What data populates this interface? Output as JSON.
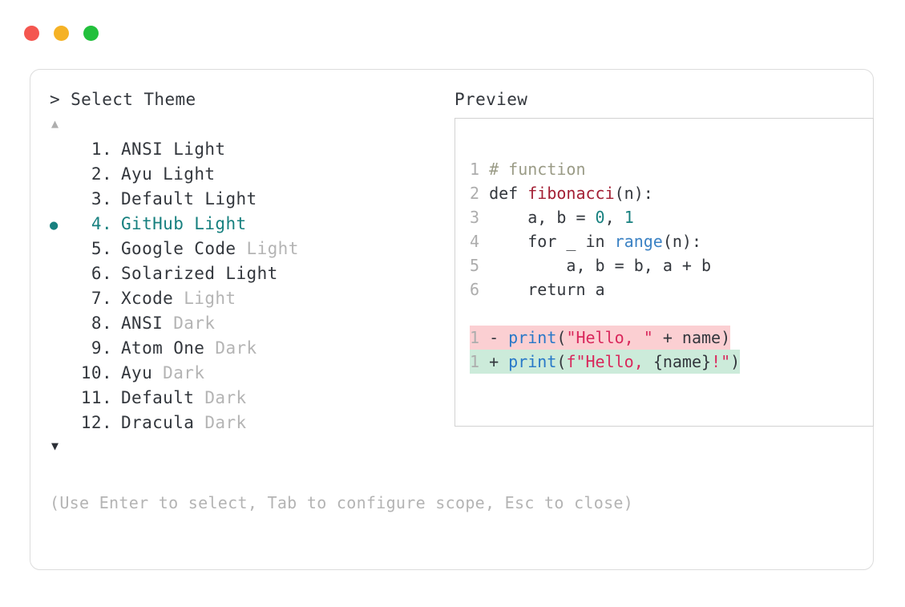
{
  "window": {
    "traffic_lights": [
      {
        "name": "close-button",
        "color": "#f4564f"
      },
      {
        "name": "minimize-button",
        "color": "#f5b225"
      },
      {
        "name": "maximize-button",
        "color": "#22c03c"
      }
    ]
  },
  "prompt": {
    "title": "> Select Theme",
    "scroll_up": "▲",
    "scroll_down": "▼",
    "selected_bullet": "●",
    "accent_color": "#17807f"
  },
  "themes": [
    {
      "index": " 1.",
      "name": "ANSI",
      "variant": " Light",
      "variant_dim": false,
      "selected": false
    },
    {
      "index": " 2.",
      "name": "Ayu",
      "variant": " Light",
      "variant_dim": false,
      "selected": false
    },
    {
      "index": " 3.",
      "name": "Default",
      "variant": " Light",
      "variant_dim": false,
      "selected": false
    },
    {
      "index": " 4.",
      "name": "GitHub",
      "variant": " Light",
      "variant_dim": false,
      "selected": true
    },
    {
      "index": " 5.",
      "name": "Google Code",
      "variant": " Light",
      "variant_dim": true,
      "selected": false
    },
    {
      "index": " 6.",
      "name": "Solarized",
      "variant": " Light",
      "variant_dim": false,
      "selected": false
    },
    {
      "index": " 7.",
      "name": "Xcode",
      "variant": " Light",
      "variant_dim": true,
      "selected": false
    },
    {
      "index": " 8.",
      "name": "ANSI",
      "variant": " Dark",
      "variant_dim": true,
      "selected": false
    },
    {
      "index": " 9.",
      "name": "Atom One",
      "variant": " Dark",
      "variant_dim": true,
      "selected": false
    },
    {
      "index": "10.",
      "name": "Ayu",
      "variant": " Dark",
      "variant_dim": true,
      "selected": false
    },
    {
      "index": "11.",
      "name": "Default",
      "variant": " Dark",
      "variant_dim": true,
      "selected": false
    },
    {
      "index": "12.",
      "name": "Dracula",
      "variant": " Dark",
      "variant_dim": true,
      "selected": false
    }
  ],
  "preview": {
    "title": "Preview",
    "code_lines": [
      {
        "lineno": "1",
        "tokens": [
          {
            "t": " # function",
            "c": "comment"
          }
        ]
      },
      {
        "lineno": "2",
        "tokens": [
          {
            "t": " def ",
            "c": "kw"
          },
          {
            "t": "fibonacci",
            "c": "fn"
          },
          {
            "t": "(n):",
            "c": "plain"
          }
        ]
      },
      {
        "lineno": "3",
        "tokens": [
          {
            "t": "     a, b = ",
            "c": "plain"
          },
          {
            "t": "0",
            "c": "num"
          },
          {
            "t": ", ",
            "c": "plain"
          },
          {
            "t": "1",
            "c": "num"
          }
        ]
      },
      {
        "lineno": "4",
        "tokens": [
          {
            "t": "     for _ in ",
            "c": "plain"
          },
          {
            "t": "range",
            "c": "builtin"
          },
          {
            "t": "(n):",
            "c": "plain"
          }
        ]
      },
      {
        "lineno": "5",
        "tokens": [
          {
            "t": "         a, b = b, a + b",
            "c": "plain"
          }
        ]
      },
      {
        "lineno": "6",
        "tokens": [
          {
            "t": "     return a",
            "c": "plain"
          }
        ]
      }
    ],
    "diff_lines": [
      {
        "lineno": "1",
        "kind": "del",
        "bg": "#fbcfd2",
        "tokens": [
          {
            "t": " - ",
            "c": "plain"
          },
          {
            "t": "print",
            "c": "call"
          },
          {
            "t": "(",
            "c": "plain"
          },
          {
            "t": "\"Hello, \"",
            "c": "str"
          },
          {
            "t": " + name)",
            "c": "plain"
          }
        ]
      },
      {
        "lineno": "1",
        "kind": "add",
        "bg": "#ccebda",
        "tokens": [
          {
            "t": " + ",
            "c": "plain"
          },
          {
            "t": "print",
            "c": "call"
          },
          {
            "t": "(",
            "c": "plain"
          },
          {
            "t": "f\"Hello, ",
            "c": "str"
          },
          {
            "t": "{name}",
            "c": "plain"
          },
          {
            "t": "!\"",
            "c": "str"
          },
          {
            "t": ")",
            "c": "plain"
          }
        ]
      }
    ]
  },
  "footer": {
    "hint": "(Use Enter to select, Tab to configure scope, Esc to close)"
  }
}
